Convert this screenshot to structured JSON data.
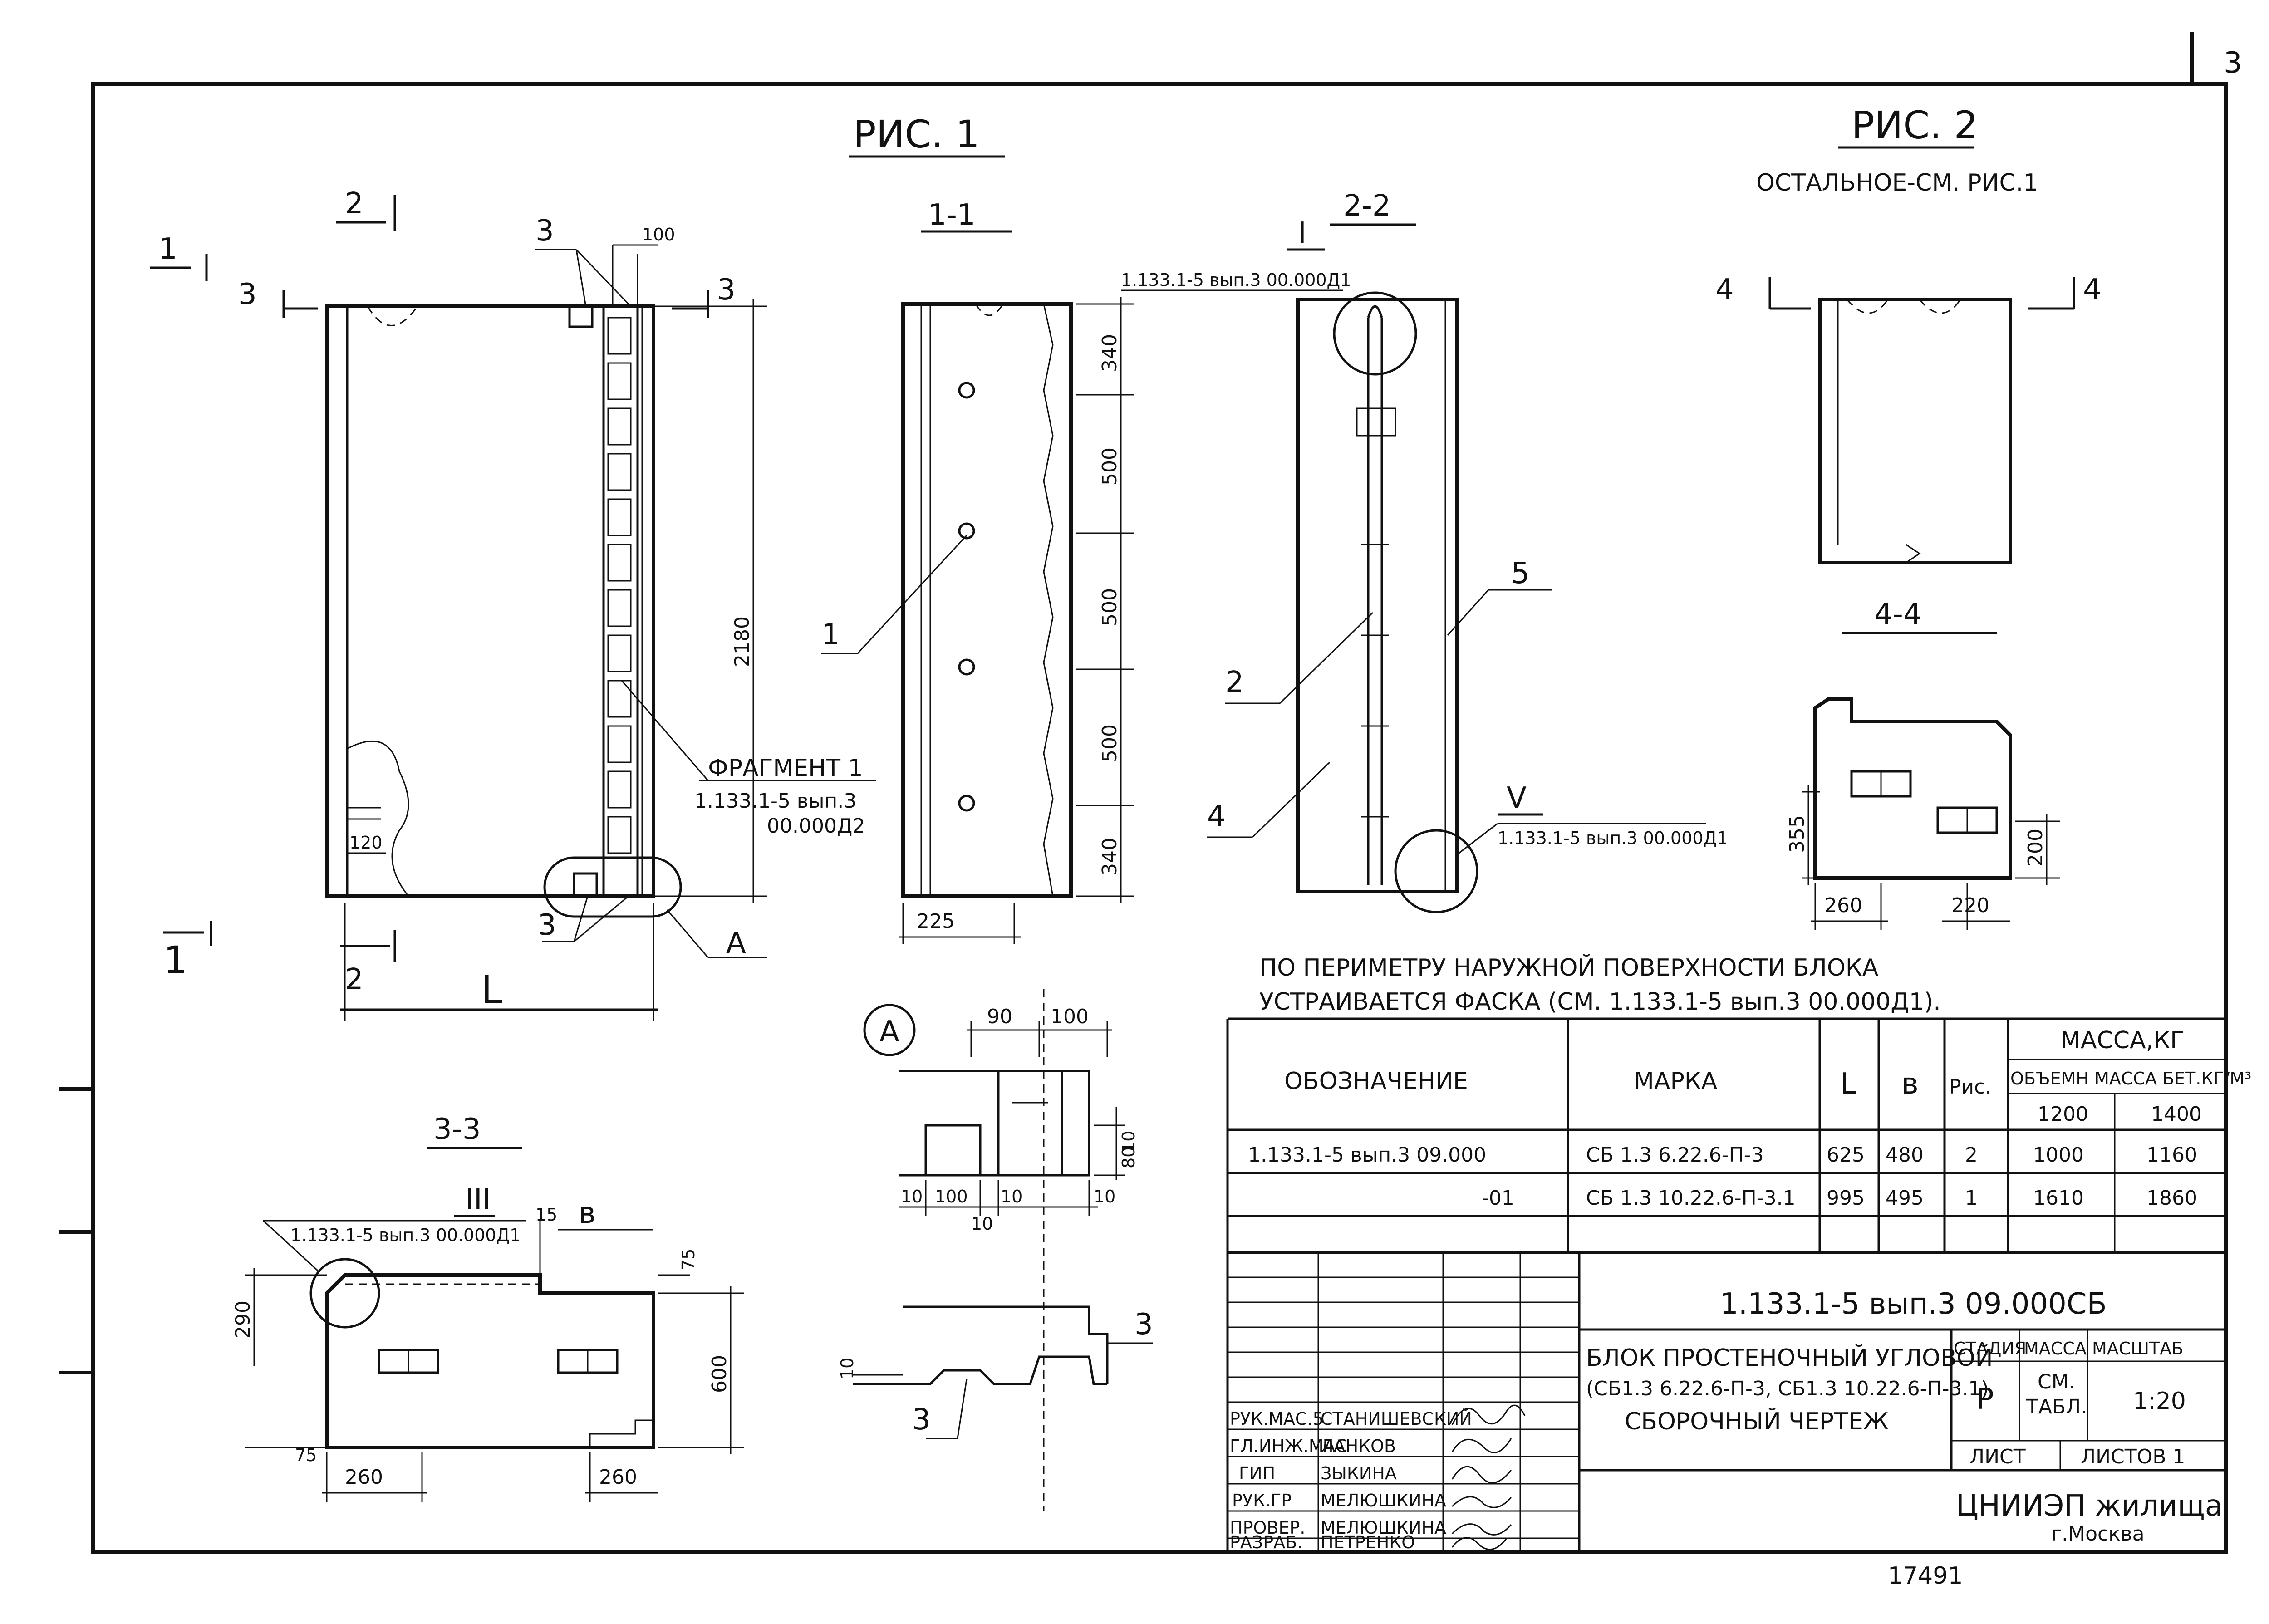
{
  "figure1": {
    "title": "РИС. 1"
  },
  "figure2": {
    "title": "РИС. 2",
    "note": "ОСТАЛЬНОЕ-СМ. РИС.1"
  },
  "sections": {
    "s11": "1-1",
    "s22": "2-2",
    "s33": "3-3",
    "s44": "4-4",
    "detail_a": "А"
  },
  "markers": {
    "m1": "1",
    "m2": "2",
    "m3": "3",
    "m4": "4",
    "m5": "5",
    "roman1": "I",
    "roman3": "III",
    "roman5": "V",
    "dim_L": "L",
    "dim_b": "в",
    "callout_a": "А"
  },
  "dims": {
    "d100": "100",
    "d2180": "2180",
    "d120": "120",
    "d225": "225",
    "d340": "340",
    "d500": "500",
    "d355": "355",
    "d200": "200",
    "d260": "260",
    "d220": "220",
    "d290": "290",
    "d600": "600",
    "d15": "15",
    "d75": "75",
    "d90": "90",
    "d80": "80",
    "d10": "10"
  },
  "refs": {
    "ref_d1": "1.133.1-5 вып.3 00.000Д1",
    "fragment_title": "ФРАГМЕНТ 1",
    "fragment_ref1": "1.133.1-5 вып.3",
    "fragment_ref2": "00.000Д2"
  },
  "note": {
    "line1": "ПО ПЕРИМЕТРУ НАРУЖНОЙ ПОВЕРХНОСТИ БЛОКА",
    "line2": "УСТРАИВАЕТСЯ ФАСКА (СМ. 1.133.1-5 вып.3 00.000Д1)."
  },
  "table": {
    "h_designation": "ОБОЗНАЧЕНИЕ",
    "h_mark": "МАРКА",
    "h_L": "L",
    "h_b": "в",
    "h_fig": "Рис.",
    "h_mass": "МАССА,КГ",
    "h_density": "ОБЪЕМН МАССА БЕТ.КГ/М³",
    "h_1200": "1200",
    "h_1400": "1400",
    "rows": [
      {
        "designation": "1.133.1-5 вып.3 09.000",
        "mark": "СБ 1.3 6.22.6-П-3",
        "L": "625",
        "b": "480",
        "fig": "2",
        "m1200": "1000",
        "m1400": "1160"
      },
      {
        "designation": "-01",
        "mark": "СБ 1.3 10.22.6-П-3.1",
        "L": "995",
        "b": "495",
        "fig": "1",
        "m1200": "1610",
        "m1400": "1860"
      }
    ]
  },
  "titleblock": {
    "code": "1.133.1-5 вып.3 09.000СБ",
    "name1": "БЛОК ПРОСТЕНОЧНЫЙ УГЛОВОЙ",
    "name2": "(СБ1.3 6.22.6-П-3, СБ1.3 10.22.6-П-3.1)",
    "name3": "СБОРОЧНЫЙ ЧЕРТЕЖ",
    "stage_label": "СТАДИЯ",
    "mass_label": "МАССА",
    "scale_label": "МАСШТАБ",
    "stage": "Р",
    "mass_value1": "СМ.",
    "mass_value2": "ТАБЛ.",
    "scale": "1:20",
    "sheet_label": "ЛИСТ",
    "sheets_label": "ЛИСТОВ 1",
    "org1": "ЦНИИЭП жилища",
    "org2": "г.Москва",
    "signers": [
      {
        "role": "РУК.МАС.5",
        "name": "СТАНИШЕВСКИЙ"
      },
      {
        "role": "ГЛ.ИНЖ.МАС",
        "name": "ЛАНКОВ"
      },
      {
        "role": "ГИП",
        "name": "ЗЫКИНА"
      },
      {
        "role": "РУК.ГР",
        "name": "МЕЛЮШКИНА"
      },
      {
        "role": "ПРОВЕР.",
        "name": "МЕЛЮШКИНА"
      },
      {
        "role": "РАЗРАБ.",
        "name": "ПЕТРЕНКО"
      }
    ]
  },
  "footer": {
    "number": "17491",
    "corner": "3"
  }
}
